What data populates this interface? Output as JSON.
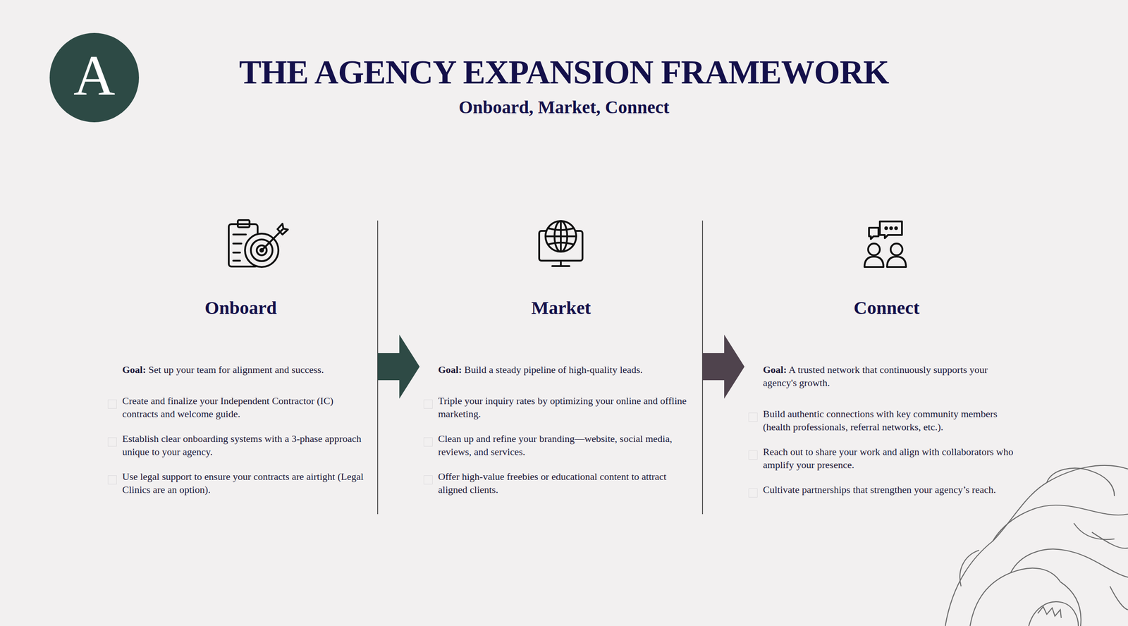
{
  "diagram": {
    "title": "THE AGENCY EXPANSION FRAMEWORK",
    "nodes": [
      {
        "text": [
          "Onboard",
          "Goal:",
          "Set up your team for alignment and success.",
          "Create and finalize your Independent Contractor (IC) contracts and welcome guide.",
          "Establish clear onboarding systems with a 3-phase approach unique to your agency.",
          "Use legal support to ensure your contracts are airtight (Legal Clinics are an option)."
        ]
      },
      {
        "text": [
          "Market",
          "Goal:",
          "Build a steady pipeline of high-quality leads.",
          "Triple your inquiry rates by optimizing your online and offline marketing.",
          "Clean up and refine your branding—website, social media, reviews, and services.",
          "Offer high-value freebies or educational content to attract aligned clients."
        ]
      },
      {
        "text": [
          "Connect",
          "Goal:",
          "A trusted network that continuously supports your agency's growth.",
          "Build authentic connections with key community members (health professionals, referral networks, etc.).",
          "Reach out to share your work and align with collaborators who amplify your presence.",
          "Cultivate partnerships that strengthen your agency’s reach."
        ]
      }
    ],
    "edges": [
      {
        "from": 0,
        "to": 1,
        "arrow": "to"
      },
      {
        "from": 1,
        "to": 2,
        "arrow": "to"
      }
    ],
    "labels": [
      "A",
      "Onboard, Market, Connect"
    ]
  }
}
